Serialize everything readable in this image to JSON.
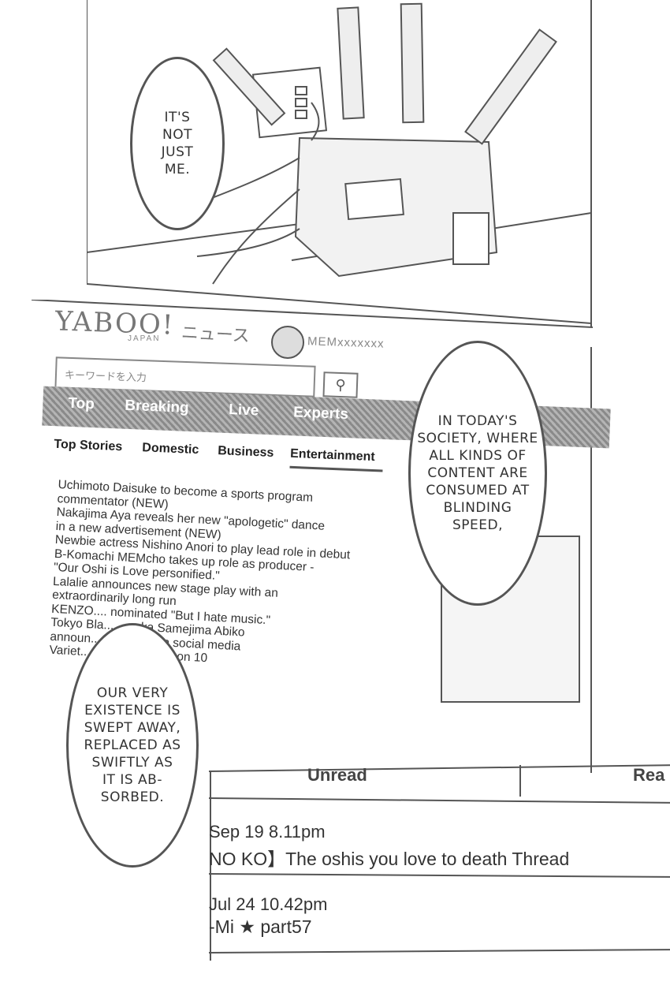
{
  "balloons": {
    "router": "IT'S\nNOT\nJUST\nME.",
    "society": "IN TODAY'S\nSOCIETY, WHERE\nALL KINDS OF\nCONTENT ARE\nCONSUMED AT\nBLINDING\nSPEED,",
    "existence": "OUR VERY\nEXISTENCE IS\nSWEPT AWAY,\nREPLACED AS\nSWIFTLY AS\nIT IS AB-\nSORBED."
  },
  "news_site": {
    "logo": "YABOO!",
    "logo_sub": "JAPAN",
    "logo_jp": "ニュース",
    "badge_text": "MEMxxxxxxx",
    "search_placeholder": "キーワードを入力",
    "nav": [
      "Top",
      "Breaking",
      "Live",
      "Experts"
    ],
    "subnav": [
      "Top Stories",
      "Domestic",
      "Business",
      "Entertainment"
    ],
    "headlines": [
      "Uchimoto Daisuke to become a sports program",
      "commentator (NEW)",
      "Nakajima Aya reveals her new \"apologetic\" dance",
      "in a new advertisement (NEW)",
      "Newbie actress Nishino Anori to play lead role in debut",
      "B-Komachi MEMcho takes up role as producer -",
      "\"Our Oshi is Love personified.\"",
      "Lalalie announces new stage play with an",
      "extraordinarily long run",
      "KENZO.... nominated \"But I hate music.\"",
      "Tokyo Bla... ...gaka Samejima Abiko",
      "announ... ...arriage on social media",
      "Variet... ...\" enters Season 10"
    ]
  },
  "threads": {
    "tabs": [
      "Unread",
      "Rea"
    ],
    "items": [
      {
        "date": "Sep 19 8.11pm",
        "title": "NO KO】The oshis you love to death Thread"
      },
      {
        "date": "Jul 24 10.42pm",
        "title": "-Mi ★ part57"
      }
    ]
  }
}
